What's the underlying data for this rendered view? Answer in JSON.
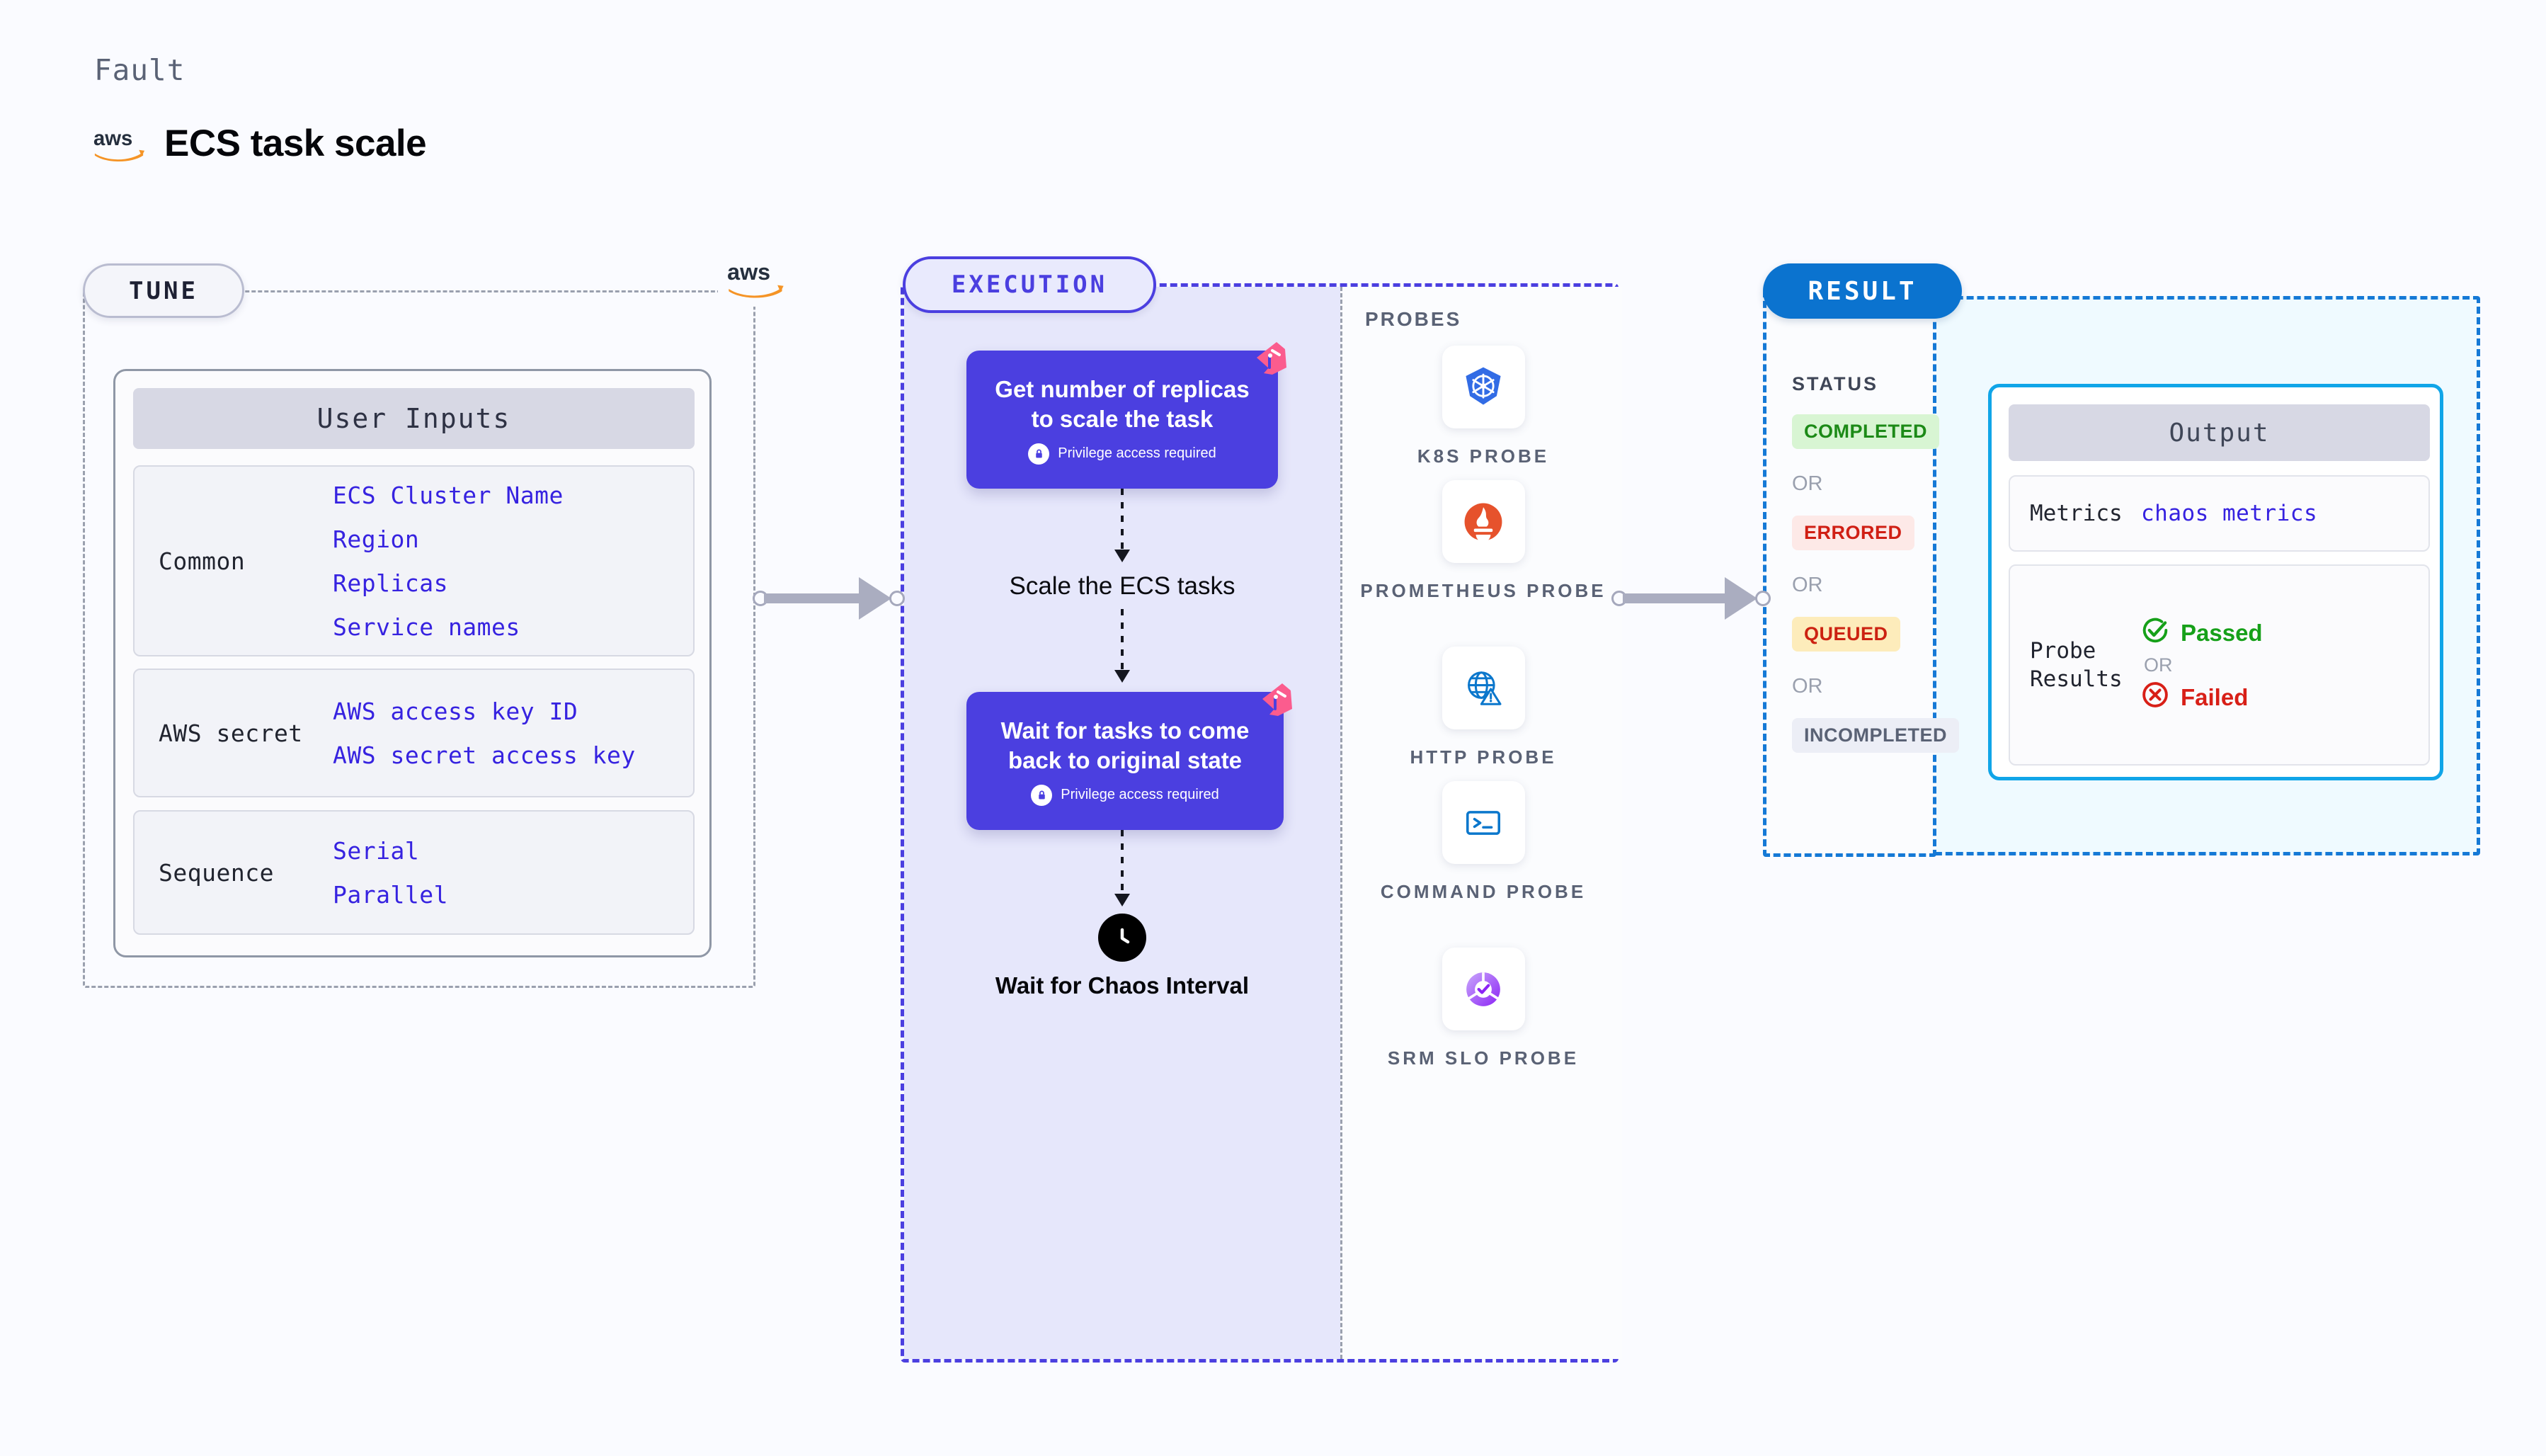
{
  "header": {
    "eyebrow": "Fault",
    "title": "ECS task scale",
    "logo_icon": "aws-logo"
  },
  "tune": {
    "pill_label": "TUNE",
    "vendor_icon": "aws-logo",
    "card_header": "User Inputs",
    "groups": [
      {
        "label": "Common",
        "values": [
          "ECS Cluster Name",
          "Region",
          "Replicas",
          "Service names"
        ]
      },
      {
        "label": "AWS secret",
        "values": [
          "AWS access key ID",
          "AWS secret access key"
        ]
      },
      {
        "label": "Sequence",
        "values": [
          "Serial",
          "Parallel"
        ]
      }
    ]
  },
  "execution": {
    "pill_label": "EXECUTION",
    "steps": [
      {
        "type": "card",
        "title": "Get number of replicas to scale the task",
        "privilege": "Privilege access required",
        "lock_icon": "lock-icon",
        "badge_icon": "chaos-badge-icon"
      },
      {
        "type": "label",
        "title": "Scale the ECS tasks"
      },
      {
        "type": "card",
        "title": "Wait for tasks to come back to original state",
        "privilege": "Privilege access required",
        "lock_icon": "lock-icon",
        "badge_icon": "chaos-badge-icon"
      },
      {
        "type": "clock",
        "title": "Wait for Chaos Interval",
        "icon": "clock-icon"
      }
    ]
  },
  "probes": {
    "label": "PROBES",
    "items": [
      {
        "name": "K8S PROBE",
        "icon": "kubernetes-icon"
      },
      {
        "name": "PROMETHEUS PROBE",
        "icon": "prometheus-icon"
      },
      {
        "name": "HTTP PROBE",
        "icon": "http-globe-icon"
      },
      {
        "name": "COMMAND PROBE",
        "icon": "terminal-icon"
      },
      {
        "name": "SRM SLO PROBE",
        "icon": "srm-slo-icon"
      }
    ]
  },
  "result": {
    "pill_label": "RESULT",
    "status_label": "STATUS",
    "or_label": "OR",
    "statuses": [
      {
        "text": "COMPLETED",
        "bg": "#d8f5d3",
        "fg": "#1c8a17"
      },
      {
        "text": "ERRORED",
        "bg": "#fde9e7",
        "fg": "#d01f14"
      },
      {
        "text": "QUEUED",
        "bg": "#fdecbb",
        "fg": "#cc2211"
      },
      {
        "text": "INCOMPLETED",
        "bg": "#eceef6",
        "fg": "#5a6275"
      }
    ],
    "output": {
      "header": "Output",
      "metrics_label": "Metrics",
      "metrics_value": "chaos metrics",
      "probe_results_label": "Probe Results",
      "or_label": "OR",
      "passed": {
        "text": "Passed",
        "color": "#16a019",
        "icon": "check-circle-icon"
      },
      "failed": {
        "text": "Failed",
        "color": "#d81f17",
        "icon": "x-circle-icon"
      }
    }
  },
  "colors": {
    "page_bg": "#fafbff",
    "accent_purple": "#4b3fe0",
    "accent_blue": "#1579d6",
    "accent_cyan": "#10a5e8",
    "chaos_pink": "#fb5c8e",
    "aws_orange": "#f59426"
  }
}
